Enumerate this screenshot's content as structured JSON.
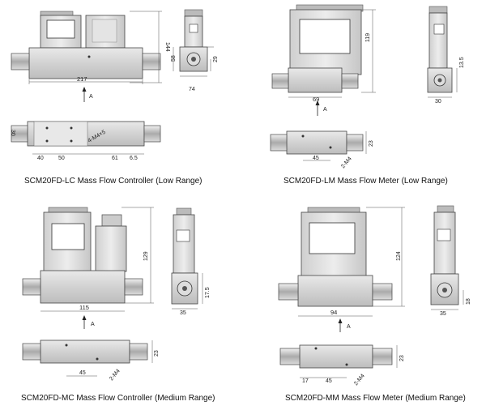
{
  "captions": {
    "lc": "SCM20FD-LC Mass Flow Controller (Low Range)",
    "lm": "SCM20FD-LM Mass Flow Meter (Low Range)",
    "mc": "SCM20FD-MC Mass Flow Controller (Medium Range)",
    "mm": "SCM20FD-MM Mass Flow Meter (Medium Range)"
  },
  "view_arrow_label": "A",
  "dims": {
    "lc": {
      "height": "144",
      "length": "217",
      "side_height": "58",
      "side_fitting": "29",
      "side_width": "74",
      "bottom_w": "30",
      "hole1": "40",
      "hole2": "50",
      "hole3": "61",
      "hole4": "6.5",
      "thread": "4-M4×5"
    },
    "lm": {
      "height": "119",
      "length": "69",
      "side_fitting": "13.5",
      "side_width": "30",
      "bottom_h": "23",
      "bottom_len": "45",
      "thread": "2-M4"
    },
    "mc": {
      "height": "129",
      "length": "115",
      "side_fitting": "17.5",
      "side_width": "35",
      "bottom_h": "23",
      "bottom_len": "45",
      "thread": "2-M4"
    },
    "mm": {
      "height": "124",
      "length": "94",
      "side_fitting": "18",
      "side_width": "35",
      "bottom_h": "23",
      "bottom_off": "17",
      "bottom_len": "45",
      "thread": "2-M4"
    }
  }
}
